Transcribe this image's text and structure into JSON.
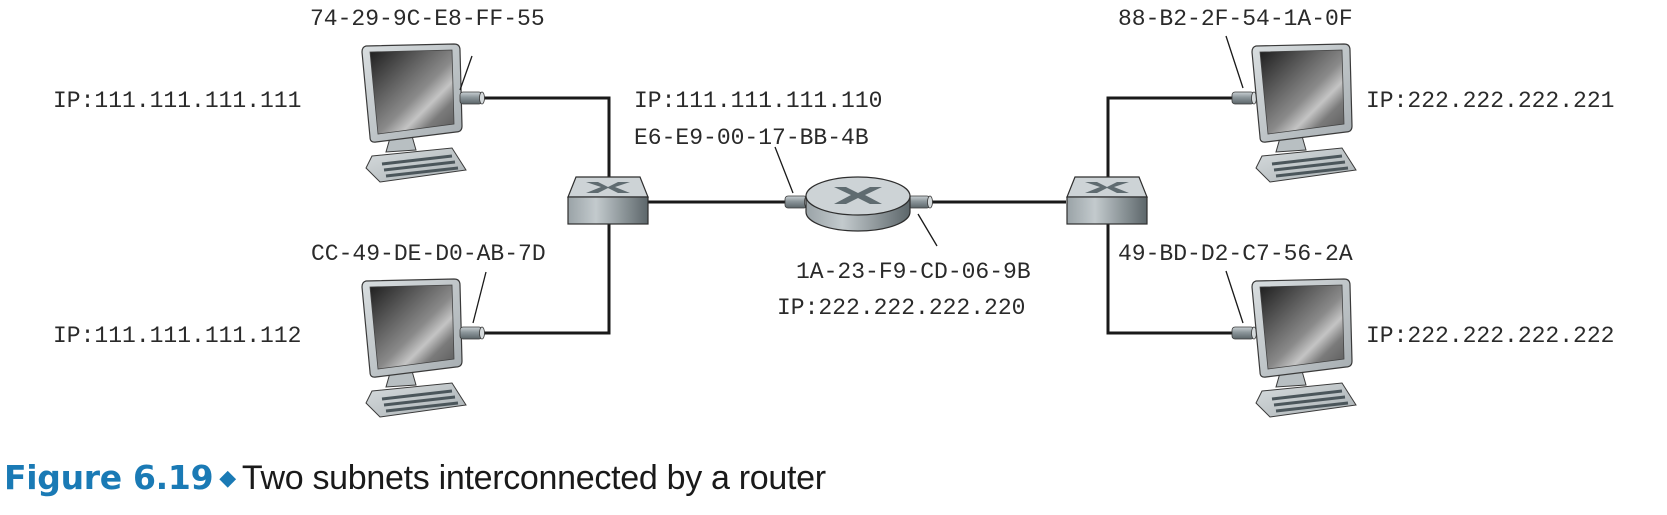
{
  "figure": {
    "number_label": "Figure 6.19",
    "separator_icon": "diamond-icon",
    "title": "Two subnets interconnected by a router"
  },
  "colors": {
    "caption_accent": "#1a7ab5",
    "caption_text": "#1a1a1a",
    "wire": "#1a1a1a",
    "device_gray": "#b9c0c4"
  },
  "subnet_1": {
    "hosts": [
      {
        "ip": "IP:111.111.111.111",
        "mac": "74-29-9C-E8-FF-55"
      },
      {
        "ip": "IP:111.111.111.112",
        "mac": "CC-49-DE-D0-AB-7D"
      }
    ],
    "switch": "switch"
  },
  "router": {
    "left_interface": {
      "ip": "IP:111.111.111.110",
      "mac": "E6-E9-00-17-BB-4B"
    },
    "right_interface": {
      "ip": "IP:222.222.222.220",
      "mac": "1A-23-F9-CD-06-9B"
    }
  },
  "subnet_2": {
    "hosts": [
      {
        "ip": "IP:222.222.222.221",
        "mac": "88-B2-2F-54-1A-0F"
      },
      {
        "ip": "IP:222.222.222.222",
        "mac": "49-BD-D2-C7-56-2A"
      }
    ],
    "switch": "switch"
  }
}
